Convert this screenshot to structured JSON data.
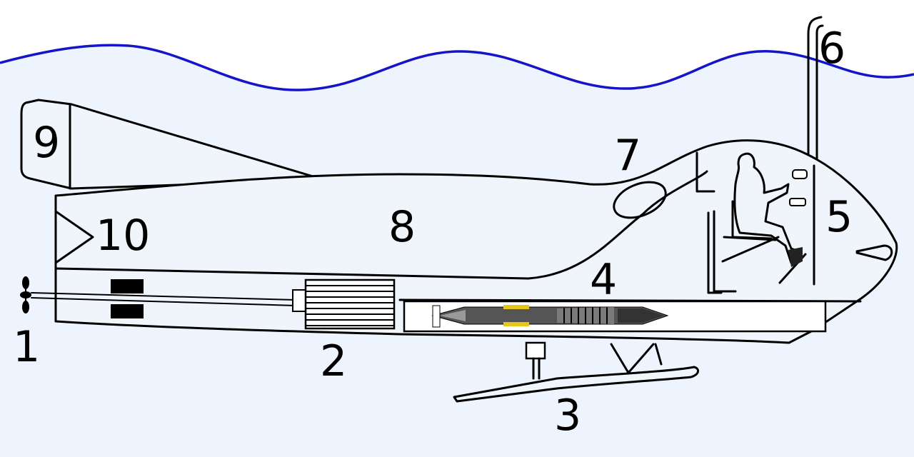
{
  "colors": {
    "water": "#eef4fd",
    "waterline": "#1414c8",
    "sky": "#ffffff",
    "outline": "#000000",
    "engine_accent": "#e6c619"
  },
  "callouts": [
    {
      "id": "1",
      "label": "1"
    },
    {
      "id": "2",
      "label": "2"
    },
    {
      "id": "3",
      "label": "3"
    },
    {
      "id": "4",
      "label": "4"
    },
    {
      "id": "5",
      "label": "5"
    },
    {
      "id": "6",
      "label": "6"
    },
    {
      "id": "7",
      "label": "7"
    },
    {
      "id": "8",
      "label": "8"
    },
    {
      "id": "9",
      "label": "9"
    },
    {
      "id": "10",
      "label": "10"
    }
  ]
}
